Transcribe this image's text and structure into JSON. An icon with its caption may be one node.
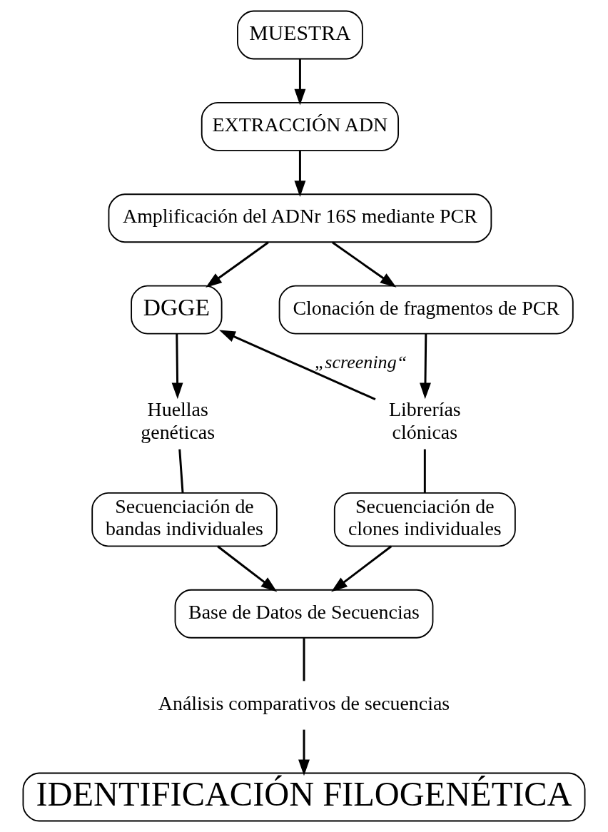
{
  "diagram": {
    "nodes": [
      {
        "text": [
          "MUESTRA"
        ]
      },
      {
        "text": [
          "EXTRACCIÓN ADN"
        ]
      },
      {
        "text": [
          "Amplificación del ADNr 16S mediante PCR"
        ]
      },
      {
        "text": [
          "DGGE"
        ]
      },
      {
        "text": [
          "Clonación de fragmentos de PCR"
        ]
      },
      {
        "text": [
          "Huellas genéticas"
        ]
      },
      {
        "text": [
          "Librerías clónicas"
        ]
      },
      {
        "text": [
          "Secuenciación de bandas individuales"
        ]
      },
      {
        "text": [
          "Secuenciación de clones individuales"
        ]
      },
      {
        "text": [
          "Base de Datos de Secuencias"
        ]
      },
      {
        "text": [
          "Análisis comparativos de secuencias"
        ]
      },
      {
        "text": [
          "IDENTIFICACIÓN FILOGENÉTICA"
        ]
      }
    ],
    "edges": [
      {
        "from": 0,
        "to": 1,
        "arrow": "to"
      },
      {
        "from": 1,
        "to": 2,
        "arrow": "to"
      },
      {
        "from": 2,
        "to": 3,
        "arrow": "to"
      },
      {
        "from": 2,
        "to": 4,
        "arrow": "to"
      },
      {
        "from": 3,
        "to": 5,
        "arrow": "to"
      },
      {
        "from": 4,
        "to": 6,
        "arrow": "to"
      },
      {
        "from": 6,
        "to": 3,
        "arrow": "to",
        "label": "„screening“"
      },
      {
        "from": 5,
        "to": 7,
        "arrow": "none"
      },
      {
        "from": 6,
        "to": 8,
        "arrow": "none"
      },
      {
        "from": 7,
        "to": 9,
        "arrow": "to"
      },
      {
        "from": 8,
        "to": 9,
        "arrow": "to"
      },
      {
        "from": 9,
        "to": 10,
        "arrow": "none"
      },
      {
        "from": 10,
        "to": 11,
        "arrow": "to"
      }
    ]
  }
}
